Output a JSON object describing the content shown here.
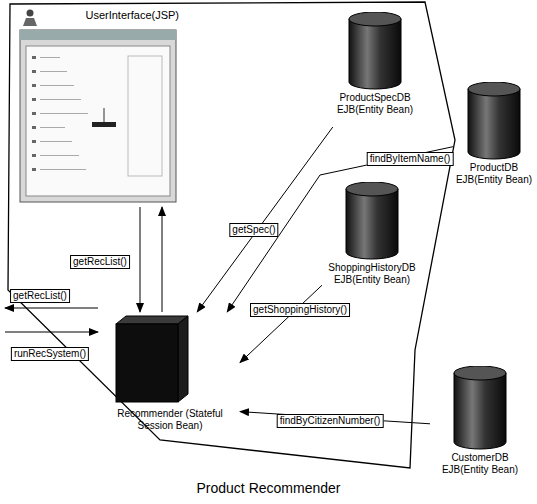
{
  "diagram": {
    "nodes": [
      {
        "text": [
          "Product Recommender"
        ]
      },
      {
        "text": [
          "UserInterface(JSP)"
        ],
        "in": 0
      },
      {
        "text": [
          "ProductSpecDB EJB(Entity Bean)"
        ],
        "in": 0
      },
      {
        "text": [
          "ProductDB EJB(Entity Bean)"
        ]
      },
      {
        "text": [
          "ShoppingHistoryDB EJB(Entity Bean)"
        ],
        "in": 0
      },
      {
        "text": [
          "Recommender (Stateful Session Bean)"
        ],
        "in": 0
      },
      {
        "text": [
          "CustomerDB EJB(Entity Bean)"
        ]
      }
    ],
    "edges": [
      {
        "from": 2,
        "to": 5,
        "label": "getSpec()",
        "arrow": "to"
      },
      {
        "from": 3,
        "to": 5,
        "label": "findByItemName()",
        "arrow": "to"
      },
      {
        "from": 4,
        "to": 5,
        "label": "getShoppingHistory()",
        "arrow": "to"
      },
      {
        "from": 6,
        "to": 5,
        "label": "findByCitizenNumber()",
        "arrow": "to"
      },
      {
        "from": 1,
        "to": 5,
        "label": "getRecList()",
        "arrow": "to"
      },
      {
        "from": 5,
        "to": 1,
        "arrow": "to"
      }
    ],
    "labels": [
      "getRecList()",
      "runRecSystem()"
    ]
  }
}
